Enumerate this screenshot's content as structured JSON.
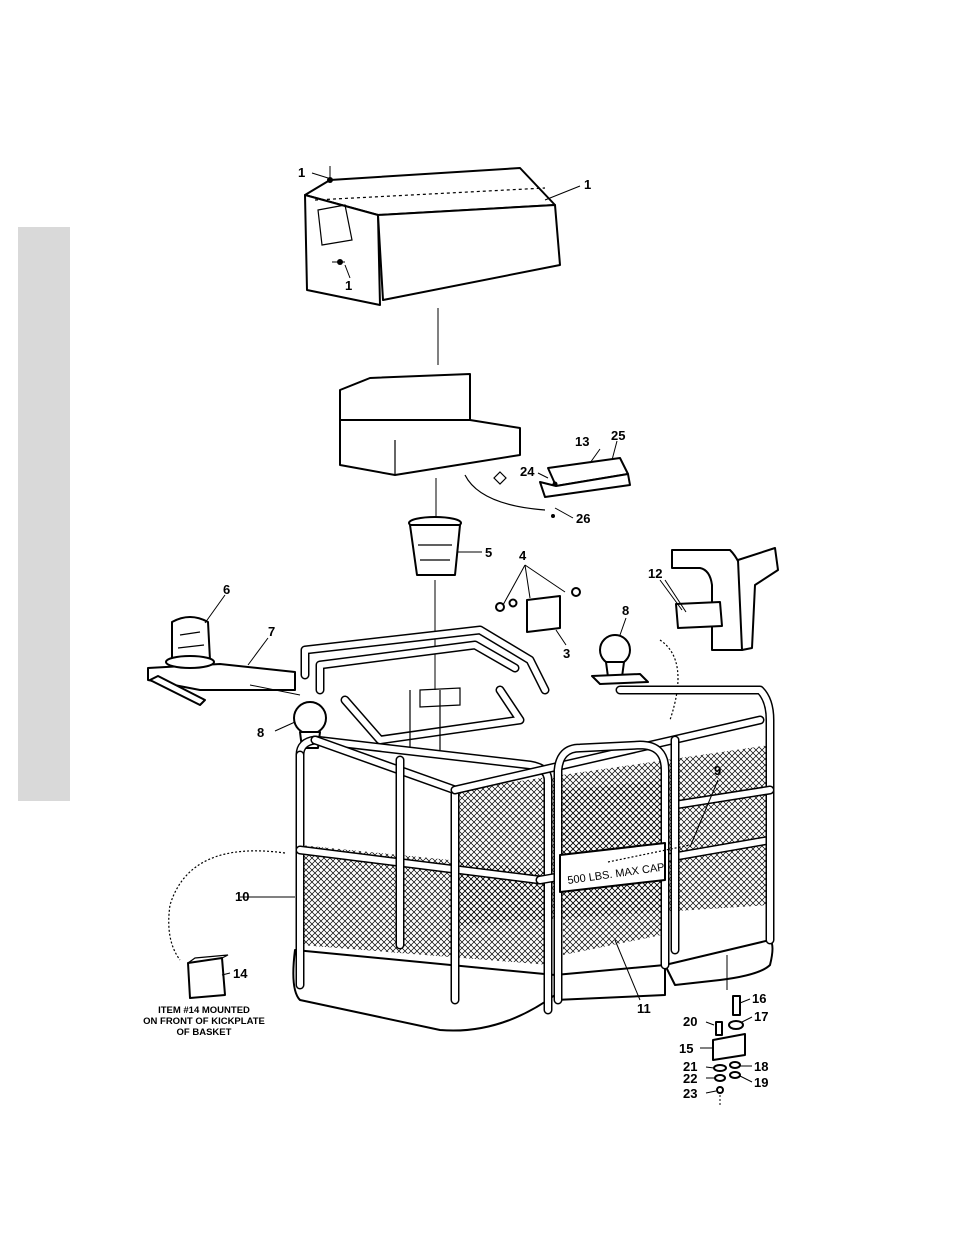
{
  "callouts": {
    "c1a": "1",
    "c1b": "1",
    "c1c": "1",
    "c3": "3",
    "c4": "4",
    "c5": "5",
    "c6": "6",
    "c7": "7",
    "c8a": "8",
    "c8b": "8",
    "c9": "9",
    "c10": "10",
    "c11": "11",
    "c12": "12",
    "c13": "13",
    "c14": "14",
    "c15": "15",
    "c16": "16",
    "c17": "17",
    "c18": "18",
    "c19": "19",
    "c20": "20",
    "c21": "21",
    "c22": "22",
    "c23": "23",
    "c24": "24",
    "c25": "25",
    "c26": "26"
  },
  "note": {
    "line1": "ITEM #14 MOUNTED",
    "line2": "ON FRONT OF KICKPLATE",
    "line3": "OF BASKET"
  },
  "gate_label": "500 LBS. MAX CAP."
}
